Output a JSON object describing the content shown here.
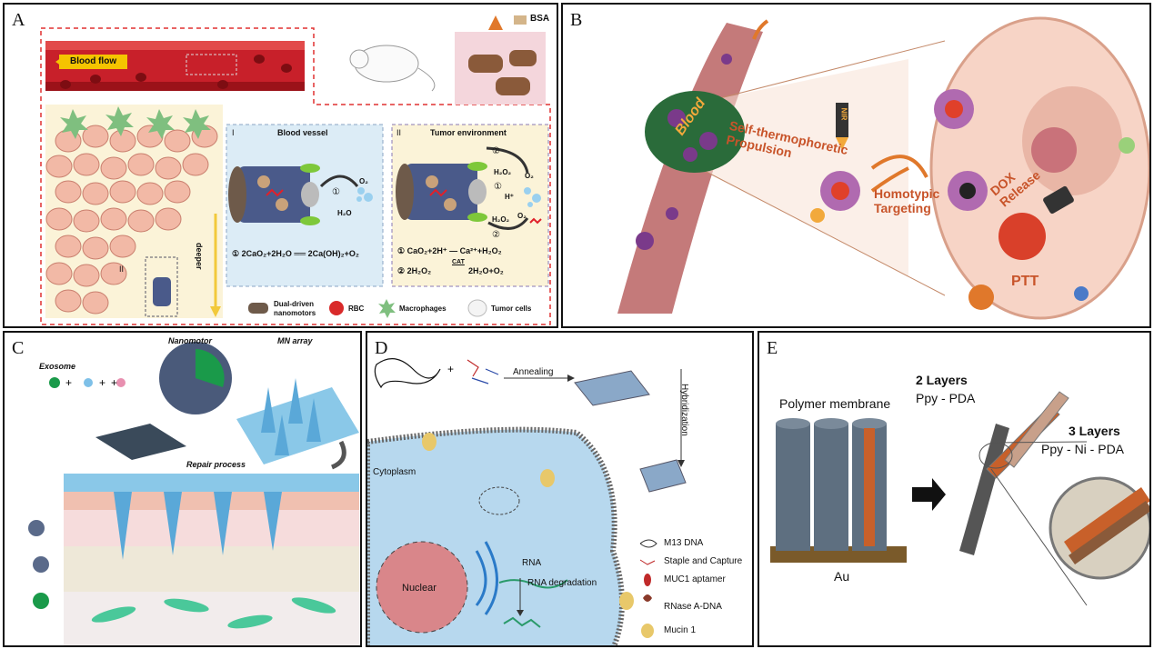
{
  "panels": {
    "a": {
      "label": "A",
      "blood_flow": "Blood flow",
      "bsa": "BSA",
      "deeper": "deeper",
      "region_ii_mark": "II",
      "box1": {
        "num": "I",
        "title": "Blood vessel",
        "o2": "O₂",
        "h2o": "H₂O",
        "step": "①",
        "eq1": "①  2CaO₂+2H₂O ══ 2Ca(OH)₂+O₂"
      },
      "box2": {
        "num": "II",
        "title": "Tumor environment",
        "h2o2_a": "H₂O₂",
        "o2_a": "O₂",
        "hplus": "H⁺",
        "h2o2_b": "H₂O₂",
        "o2_b": "O₂",
        "step1": "①",
        "step2": "②",
        "eq1": "①  CaO₂+2H⁺ — Ca²⁺+H₂O₂",
        "eq2_left": "②  2H₂O₂",
        "cat": "CAT",
        "eq2_right": "2H₂O+O₂"
      },
      "legend": {
        "nanomotors": "Dual-driven nanomotors",
        "rbc": "RBC",
        "macrophages": "Macrophages",
        "tumor": "Tumor cells"
      }
    },
    "b": {
      "label": "B",
      "blood": "Blood",
      "propulsion": "Self-thermophoretic Propulsion",
      "homotypic": "Homotypic Targeting",
      "dox": "DOX Release",
      "ptt": "PTT",
      "nir": "NIR"
    },
    "c": {
      "label": "C",
      "exosome": "Exosome",
      "nanomotor": "Nanomotor",
      "mn_array": "MN array",
      "repair": "Repair process"
    },
    "d": {
      "label": "D",
      "annealing": "Annealing",
      "hybridization": "Hybridization",
      "cytoplasm": "Cytoplasm",
      "nuclear": "Nuclear",
      "rna": "RNA",
      "rna_degradation": "RNA degradation",
      "legend": [
        "M13 DNA",
        "Staple and Capture",
        "MUC1 aptamer",
        "RNase A-DNA",
        "Mucin 1"
      ]
    },
    "e": {
      "label": "E",
      "polymer_membrane": "Polymer membrane",
      "au": "Au",
      "two_layers": "2 Layers",
      "ppy_pda": "Ppy - PDA",
      "three_layers": "3 Layers",
      "ppy_ni_pda": "Ppy - Ni - PDA"
    }
  },
  "colors": {
    "vessel_red": "#c8202a",
    "dash_red": "#e03030",
    "box1_bg": "#dcecf6",
    "box2_bg": "#fbf3d8",
    "tumor_cell": "#f2b9a6",
    "macrophage": "#7fbf7f",
    "arrow_orange": "#e0782b",
    "cytoplasm": "#b7d8ee",
    "nucleus": "#d9868a",
    "membrane_gray": "#5e6f80"
  }
}
